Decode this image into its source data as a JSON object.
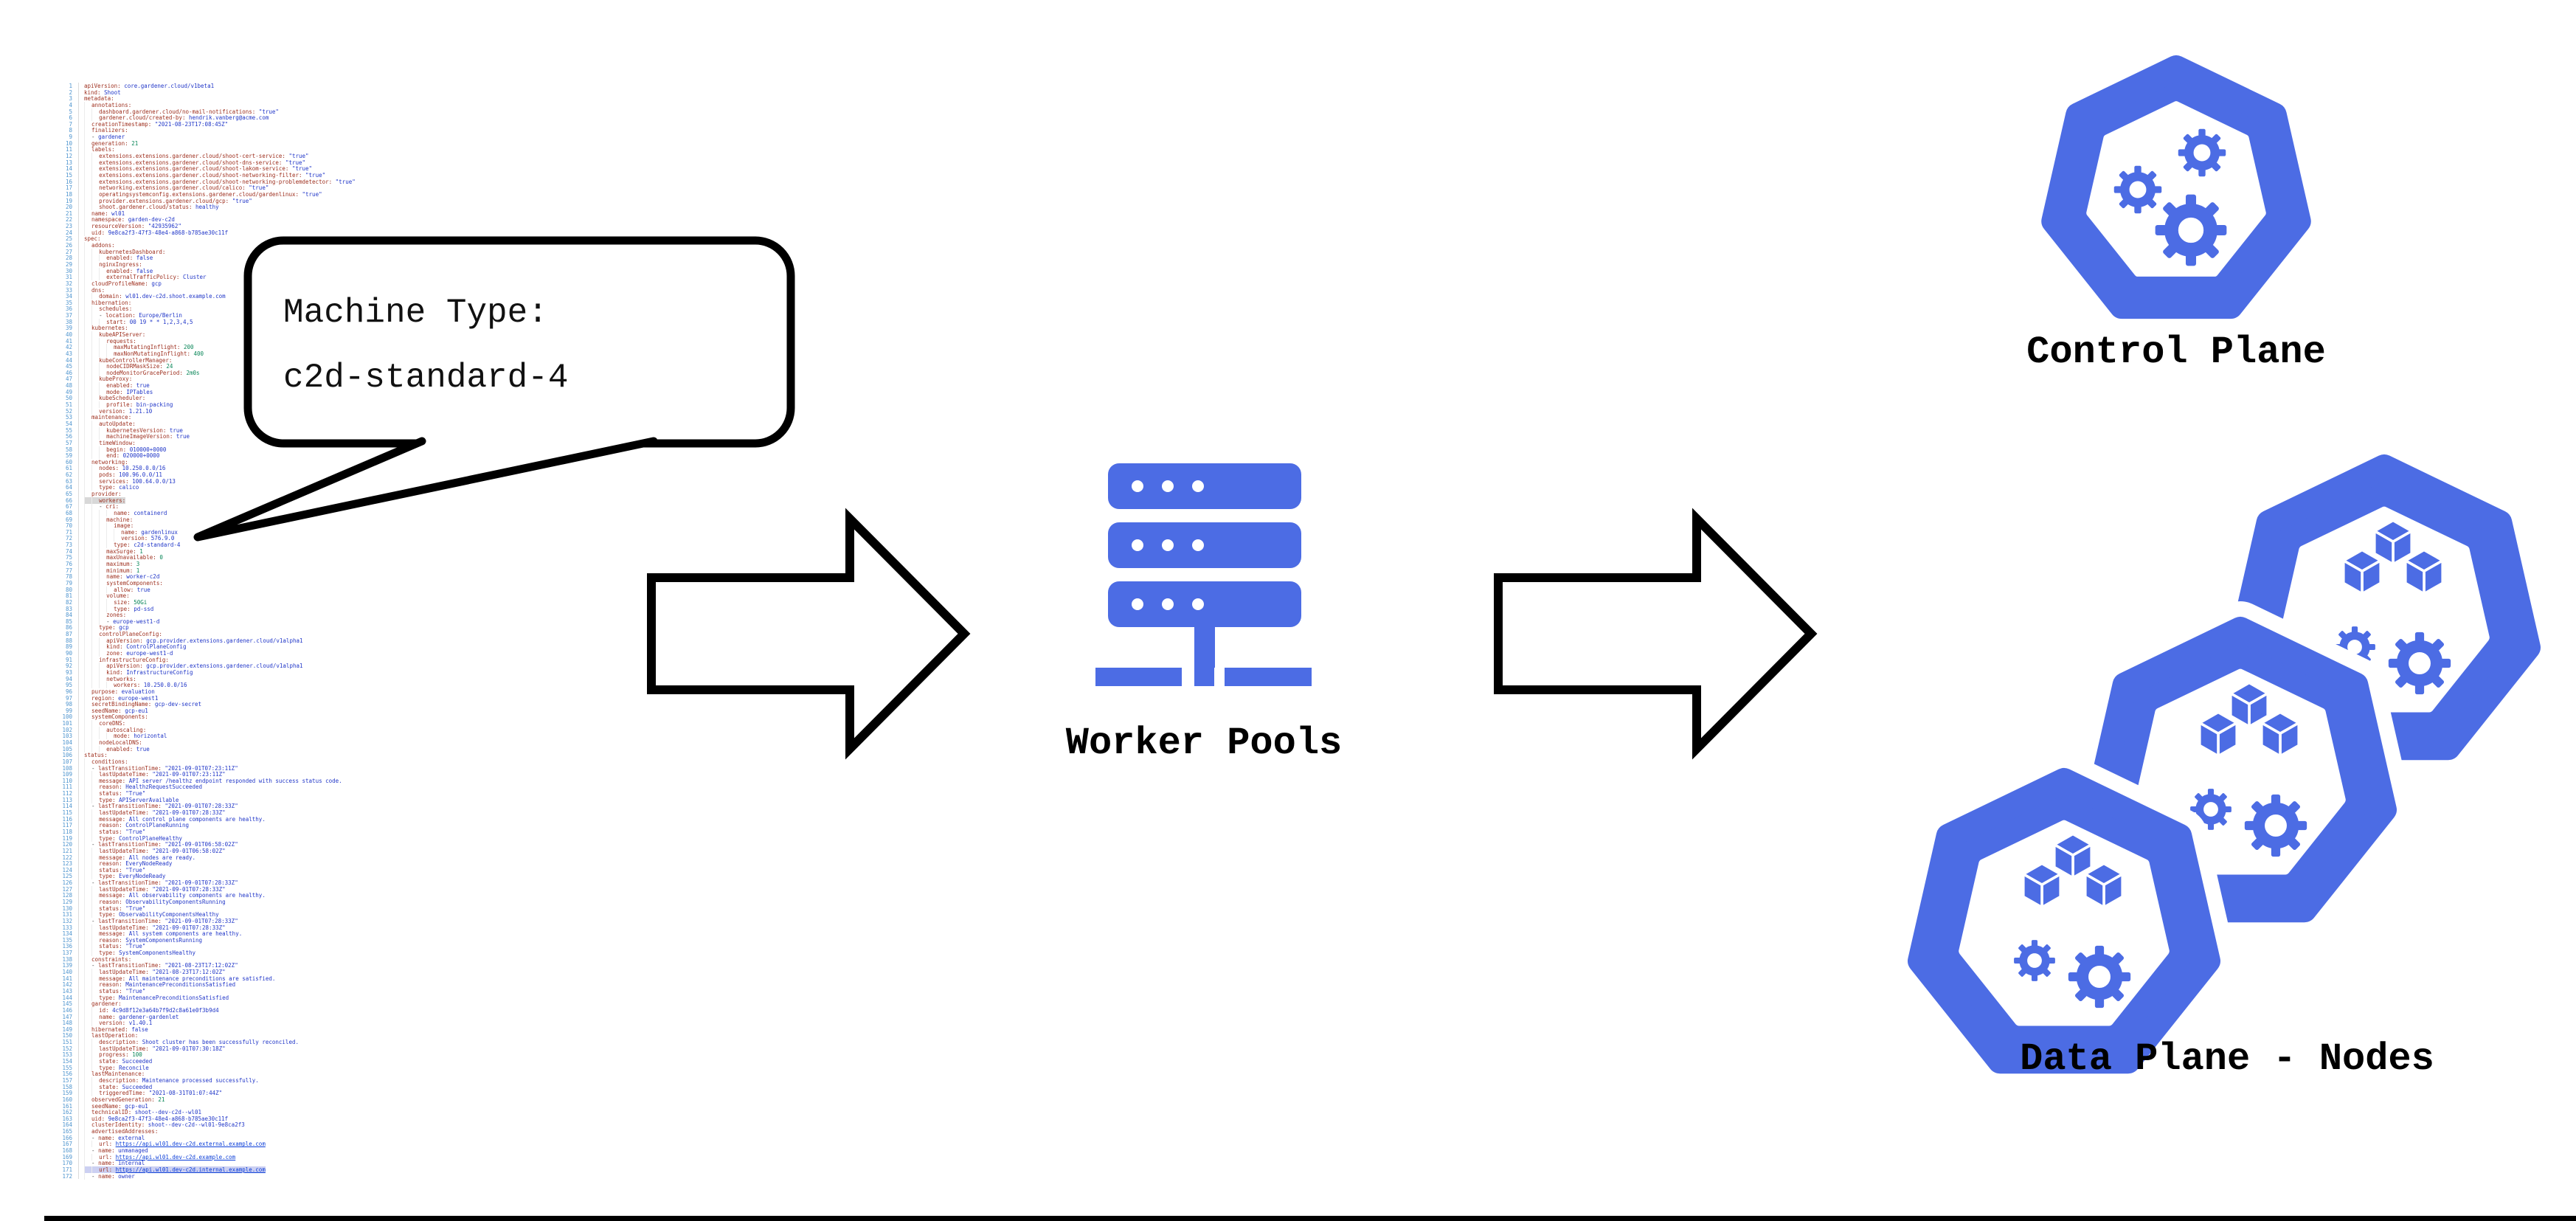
{
  "callout": {
    "title": "Machine Type:",
    "value": "c2d-standard-4"
  },
  "labels": {
    "worker_pools": "Worker Pools",
    "control_plane": "Control Plane",
    "data_plane": "Data Plane - Nodes"
  },
  "colors": {
    "icon_blue": "#4c6ce4",
    "yaml_key": "#9e2f1e",
    "yaml_string": "#2036c8",
    "yaml_number": "#098658",
    "yaml_link": "#0b3ed8",
    "line_number": "#4e94ce",
    "highlight": "#d8d8d8",
    "selection": "#ccd0f2",
    "outline_black": "#000000"
  },
  "editor": {
    "language": "yaml",
    "highlighted_line": 66,
    "selected_line": 171,
    "lines": [
      "apiVersion: core.gardener.cloud/v1beta1",
      "kind: Shoot",
      "metadata:",
      "  annotations:",
      "    dashboard.gardener.cloud/no-mail-notifications: \"true\"",
      "    gardener.cloud/created-by: hendrik.vanberg@acme.com",
      "  creationTimestamp: \"2021-08-23T17:08:45Z\"",
      "  finalizers:",
      "  - gardener",
      "  generation: 21",
      "  labels:",
      "    extensions.extensions.gardener.cloud/shoot-cert-service: \"true\"",
      "    extensions.extensions.gardener.cloud/shoot-dns-service: \"true\"",
      "    extensions.extensions.gardener.cloud/shoot-lakom-service: \"true\"",
      "    extensions.extensions.gardener.cloud/shoot-networking-filter: \"true\"",
      "    extensions.extensions.gardener.cloud/shoot-networking-problemdetector: \"true\"",
      "    networking.extensions.gardener.cloud/calico: \"true\"",
      "    operatingsystemconfig.extensions.gardener.cloud/gardenlinux: \"true\"",
      "    provider.extensions.gardener.cloud/gcp: \"true\"",
      "    shoot.gardener.cloud/status: healthy",
      "  name: wl01",
      "  namespace: garden-dev-c2d",
      "  resourceVersion: \"42935962\"",
      "  uid: 9e8ca2f3-47f3-48e4-a868-b785ae30c11f",
      "spec:",
      "  addons:",
      "    kubernetesDashboard:",
      "      enabled: false",
      "    nginxIngress:",
      "      enabled: false",
      "      externalTrafficPolicy: Cluster",
      "  cloudProfileName: gcp",
      "  dns:",
      "    domain: wl01.dev-c2d.shoot.example.com",
      "  hibernation:",
      "    schedules:",
      "    - location: Europe/Berlin",
      "      start: 00 19 * * 1,2,3,4,5",
      "  kubernetes:",
      "    kubeAPIServer:",
      "      requests:",
      "        maxMutatingInflight: 200",
      "        maxNonMutatingInflight: 400",
      "    kubeControllerManager:",
      "      nodeCIDRMaskSize: 24",
      "      nodeMonitorGracePeriod: 2m0s",
      "    kubeProxy:",
      "      enabled: true",
      "      mode: IPTables",
      "    kubeScheduler:",
      "      profile: bin-packing",
      "    version: 1.21.10",
      "  maintenance:",
      "    autoUpdate:",
      "      kubernetesVersion: true",
      "      machineImageVersion: true",
      "    timeWindow:",
      "      begin: 010000+0000",
      "      end: 020000+0000",
      "  networking:",
      "    nodes: 10.250.0.0/16",
      "    pods: 100.96.0.0/11",
      "    services: 100.64.0.0/13",
      "    type: calico",
      "  provider:",
      "    workers:",
      "    - cri:",
      "        name: containerd",
      "      machine:",
      "        image:",
      "          name: gardenlinux",
      "          version: 576.9.0",
      "        type: c2d-standard-4",
      "      maxSurge: 1",
      "      maxUnavailable: 0",
      "      maximum: 3",
      "      minimum: 1",
      "      name: worker-c2d",
      "      systemComponents:",
      "        allow: true",
      "      volume:",
      "        size: 50Gi",
      "        type: pd-ssd",
      "      zones:",
      "      - europe-west1-d",
      "    type: gcp",
      "    controlPlaneConfig:",
      "      apiVersion: gcp.provider.extensions.gardener.cloud/v1alpha1",
      "      kind: ControlPlaneConfig",
      "      zone: europe-west1-d",
      "    infrastructureConfig:",
      "      apiVersion: gcp.provider.extensions.gardener.cloud/v1alpha1",
      "      kind: InfrastructureConfig",
      "      networks:",
      "        workers: 10.250.0.0/16",
      "  purpose: evaluation",
      "  region: europe-west1",
      "  secretBindingName: gcp-dev-secret",
      "  seedName: gcp-eu1",
      "  systemComponents:",
      "    coreDNS:",
      "      autoscaling:",
      "        mode: horizontal",
      "    nodeLocalDNS:",
      "      enabled: true",
      "status:",
      "  conditions:",
      "  - lastTransitionTime: \"2021-09-01T07:23:11Z\"",
      "    lastUpdateTime: \"2021-09-01T07:23:11Z\"",
      "    message: API server /healthz endpoint responded with success status code.",
      "    reason: HealthzRequestSucceeded",
      "    status: \"True\"",
      "    type: APIServerAvailable",
      "  - lastTransitionTime: \"2021-09-01T07:28:33Z\"",
      "    lastUpdateTime: \"2021-09-01T07:28:33Z\"",
      "    message: All control plane components are healthy.",
      "    reason: ControlPlaneRunning",
      "    status: \"True\"",
      "    type: ControlPlaneHealthy",
      "  - lastTransitionTime: \"2021-09-01T06:58:02Z\"",
      "    lastUpdateTime: \"2021-09-01T06:58:02Z\"",
      "    message: All nodes are ready.",
      "    reason: EveryNodeReady",
      "    status: \"True\"",
      "    type: EveryNodeReady",
      "  - lastTransitionTime: \"2021-09-01T07:28:33Z\"",
      "    lastUpdateTime: \"2021-09-01T07:28:33Z\"",
      "    message: All observability components are healthy.",
      "    reason: ObservabilityComponentsRunning",
      "    status: \"True\"",
      "    type: ObservabilityComponentsHealthy",
      "  - lastTransitionTime: \"2021-09-01T07:28:33Z\"",
      "    lastUpdateTime: \"2021-09-01T07:28:33Z\"",
      "    message: All system components are healthy.",
      "    reason: SystemComponentsRunning",
      "    status: \"True\"",
      "    type: SystemComponentsHealthy",
      "  constraints:",
      "  - lastTransitionTime: \"2021-08-23T17:12:02Z\"",
      "    lastUpdateTime: \"2021-08-23T17:12:02Z\"",
      "    message: All maintenance preconditions are satisfied.",
      "    reason: MaintenancePreconditionsSatisfied",
      "    status: \"True\"",
      "    type: MaintenancePreconditionsSatisfied",
      "  gardener:",
      "    id: 4c9d8f12e3a64b7f9d2c8a61e0f3b9d4",
      "    name: gardener-gardenlet",
      "    version: v1.40.1",
      "  hibernated: false",
      "  lastOperation:",
      "    description: Shoot cluster has been successfully reconciled.",
      "    lastUpdateTime: \"2021-09-01T07:30:18Z\"",
      "    progress: 100",
      "    state: Succeeded",
      "    type: Reconcile",
      "  lastMaintenance:",
      "    description: Maintenance processed successfully.",
      "    state: Succeeded",
      "    triggeredTime: \"2021-08-31T01:07:44Z\"",
      "  observedGeneration: 21",
      "  seedName: gcp-eu1",
      "  technicalID: shoot--dev-c2d--wl01",
      "  uid: 9e8ca2f3-47f3-48e4-a868-b785ae30c11f",
      "  clusterIdentity: shoot--dev-c2d--wl01-9e8ca2f3",
      "  advertisedAddresses:",
      "  - name: external",
      "    url: https://api.wl01.dev-c2d.external.example.com",
      "  - name: unmanaged",
      "    url: https://api.wl01.dev-c2d.example.com",
      "  - name: internal",
      "    url: https://api.wl01.dev-c2d.internal.example.com",
      "  - name: owner"
    ]
  }
}
